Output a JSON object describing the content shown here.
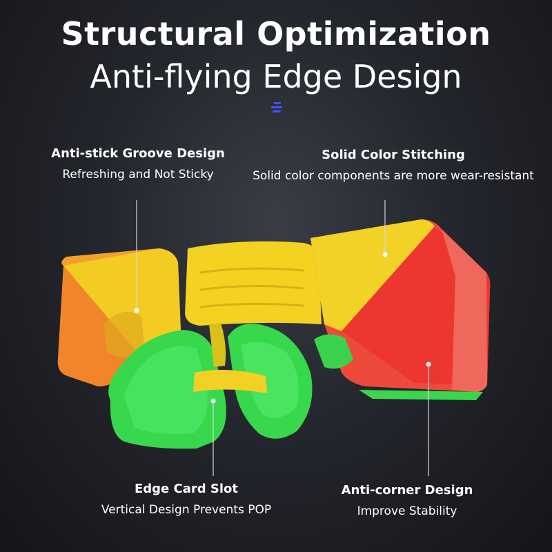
{
  "header": {
    "title_line1": "Structural Optimization",
    "title_line2": "Anti-flying Edge Design"
  },
  "callouts": [
    {
      "heading": "Anti-stick Groove Design",
      "subtext": "Refreshing and Not Sticky"
    },
    {
      "heading": "Solid Color Stitching",
      "subtext": "Solid color components are more wear-resistant"
    },
    {
      "heading": "Edge Card Slot",
      "subtext": "Vertical Design Prevents POP"
    },
    {
      "heading": "Anti-corner Design",
      "subtext": "Improve Stability"
    }
  ],
  "colors": {
    "accent_indicator": "#3a56ff",
    "piece_yellow": "#f2d020",
    "piece_orange": "#f38a2c",
    "piece_red": "#ee3a33",
    "piece_green": "#36d94e"
  }
}
